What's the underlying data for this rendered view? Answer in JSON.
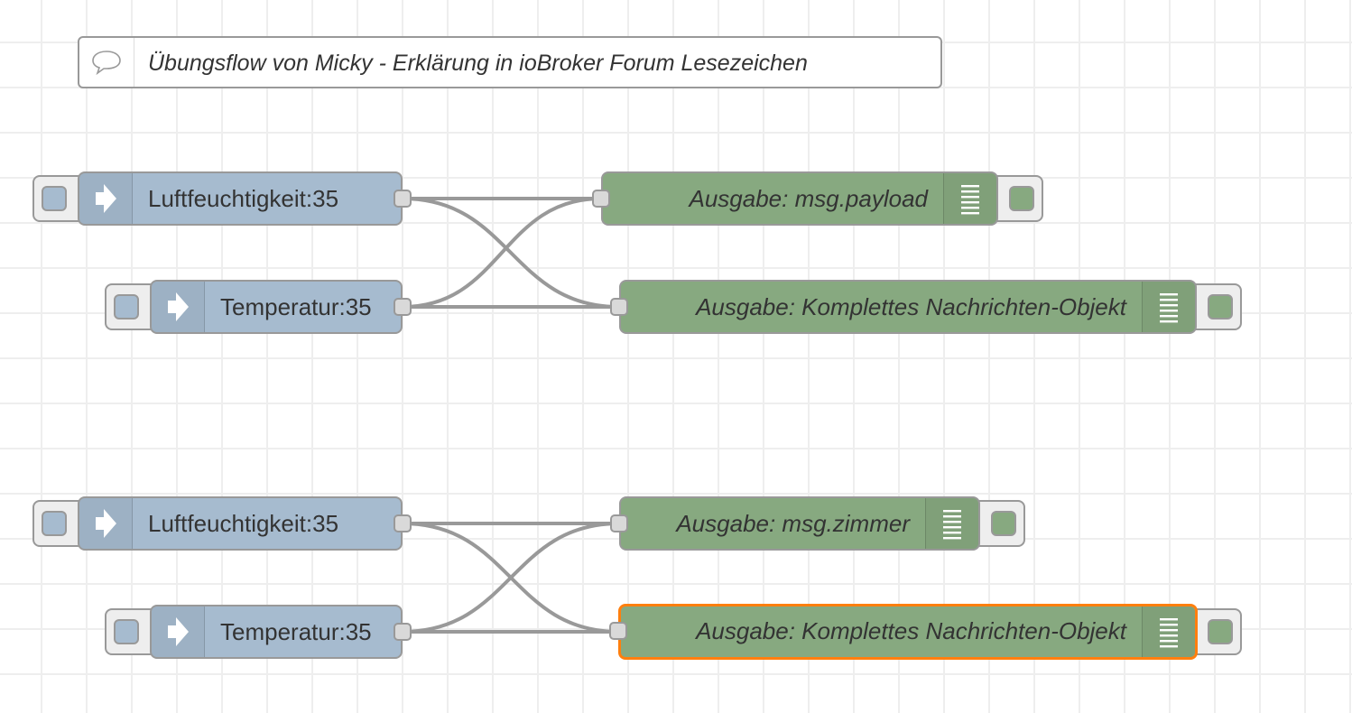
{
  "comment": {
    "text": "Übungsflow von Micky - Erklärung in ioBroker Forum Lesezeichen",
    "icon": "speech-bubble-icon"
  },
  "flows": [
    {
      "inject_nodes": [
        {
          "label": "Luftfeuchtigkeit:35",
          "icon": "arrow-in-icon"
        },
        {
          "label": "Temperatur:35",
          "icon": "arrow-in-icon"
        }
      ],
      "debug_nodes": [
        {
          "label": "Ausgabe: msg.payload",
          "icon": "debug-list-icon"
        },
        {
          "label": "Ausgabe: Komplettes Nachrichten-Objekt",
          "icon": "debug-list-icon"
        }
      ]
    },
    {
      "inject_nodes": [
        {
          "label": "Luftfeuchtigkeit:35",
          "icon": "arrow-in-icon"
        },
        {
          "label": "Temperatur:35",
          "icon": "arrow-in-icon"
        }
      ],
      "debug_nodes": [
        {
          "label": "Ausgabe: msg.zimmer",
          "icon": "debug-list-icon"
        },
        {
          "label": "Ausgabe: Komplettes Nachrichten-Objekt",
          "icon": "debug-list-icon",
          "selected": true
        }
      ]
    }
  ],
  "colors": {
    "inject_node": "#a6bbcf",
    "debug_node": "#87a980",
    "selection": "#ff7f0e",
    "wire": "#999999",
    "grid": "#eeeeee"
  }
}
